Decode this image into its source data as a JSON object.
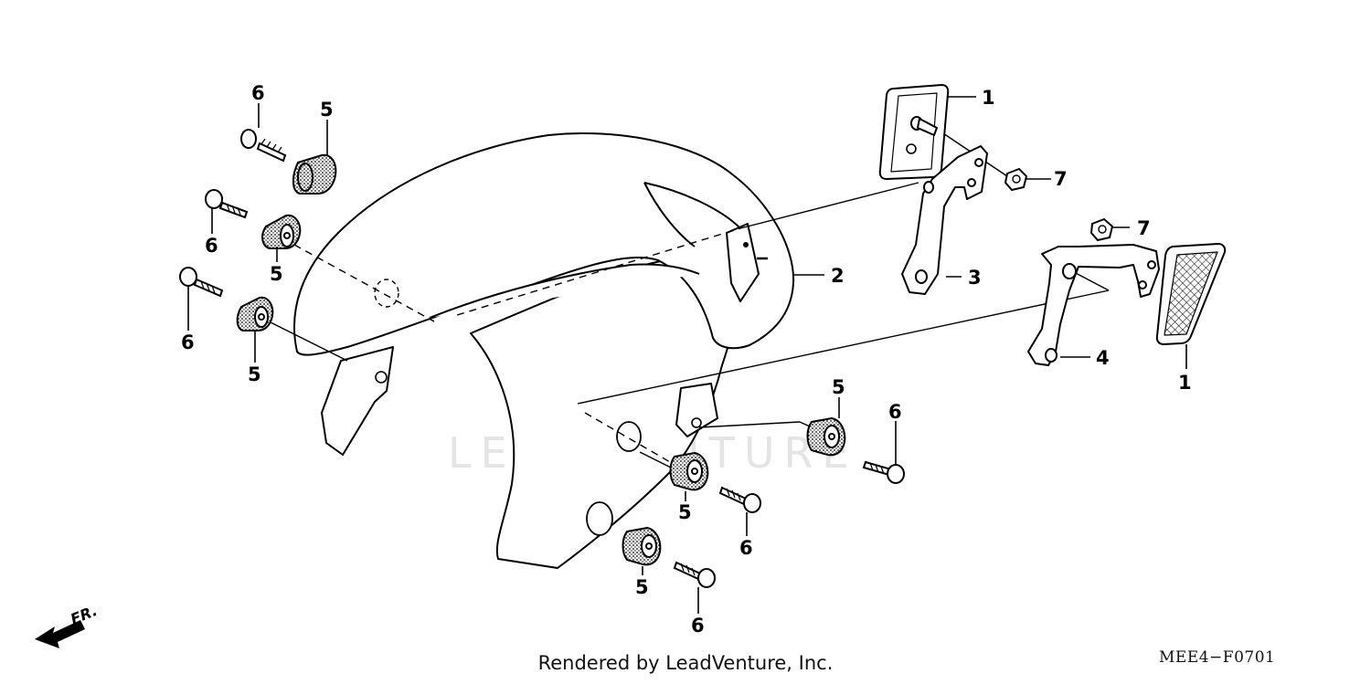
{
  "diagram": {
    "watermark": "LEADVENTURE",
    "direction_label": "FR.",
    "footer": "Rendered by LeadVenture, Inc.",
    "diagram_code": "MEE4−F0701",
    "callouts": [
      {
        "id": "c1a",
        "text": "1"
      },
      {
        "id": "c1b",
        "text": "1"
      },
      {
        "id": "c2",
        "text": "2"
      },
      {
        "id": "c3",
        "text": "3"
      },
      {
        "id": "c4",
        "text": "4"
      },
      {
        "id": "c5a",
        "text": "5"
      },
      {
        "id": "c5b",
        "text": "5"
      },
      {
        "id": "c5c",
        "text": "5"
      },
      {
        "id": "c5d",
        "text": "5"
      },
      {
        "id": "c5e",
        "text": "5"
      },
      {
        "id": "c5f",
        "text": "5"
      },
      {
        "id": "c6a",
        "text": "6"
      },
      {
        "id": "c6b",
        "text": "6"
      },
      {
        "id": "c6c",
        "text": "6"
      },
      {
        "id": "c6d",
        "text": "6"
      },
      {
        "id": "c6e",
        "text": "6"
      },
      {
        "id": "c6f",
        "text": "6"
      },
      {
        "id": "c7a",
        "text": "7"
      },
      {
        "id": "c7b",
        "text": "7"
      }
    ]
  }
}
